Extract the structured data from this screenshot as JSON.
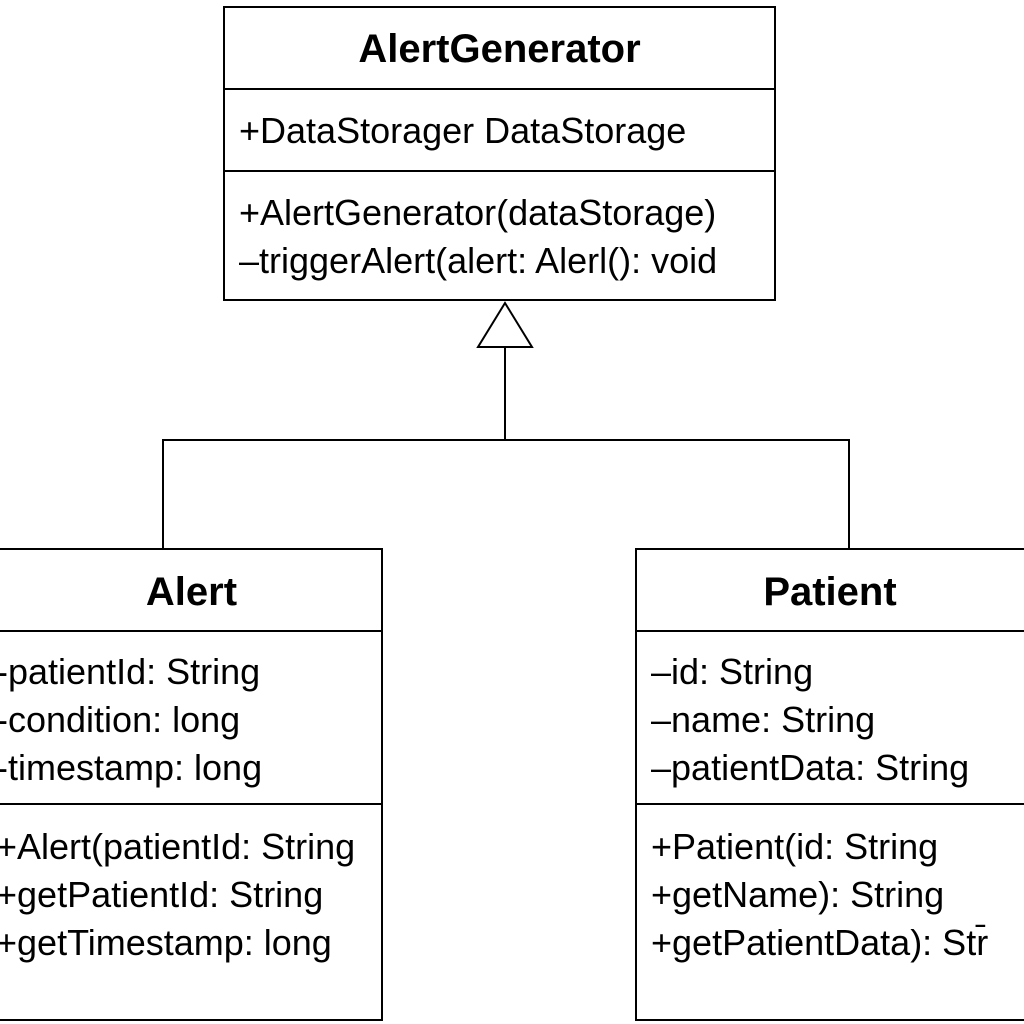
{
  "classes": {
    "alert_generator": {
      "name": "AlertGenerator",
      "attributes": [
        "+DataStorager DataStorage"
      ],
      "methods": [
        "+AlertGenerator(dataStorage)",
        "–triggerAlert(alert: Alerl(): void"
      ]
    },
    "alert": {
      "name": "Alert",
      "attributes": [
        "-patientId: String",
        "-condition: long",
        "-timestamp: long"
      ],
      "methods": [
        "+Alert(patientId: String",
        "+getPatientId: String",
        "+getTimestamp: long"
      ]
    },
    "patient": {
      "name": "Patient",
      "attributes": [
        "–id: String",
        "–name: String",
        "–patientData: String"
      ],
      "methods": [
        "+Patient(id: String",
        "+getName): String",
        "+getPatientData): Str̄"
      ]
    }
  },
  "relationships": [
    {
      "type": "generalization",
      "parent": "AlertGenerator",
      "children": [
        "Alert",
        "Patient"
      ]
    }
  ]
}
